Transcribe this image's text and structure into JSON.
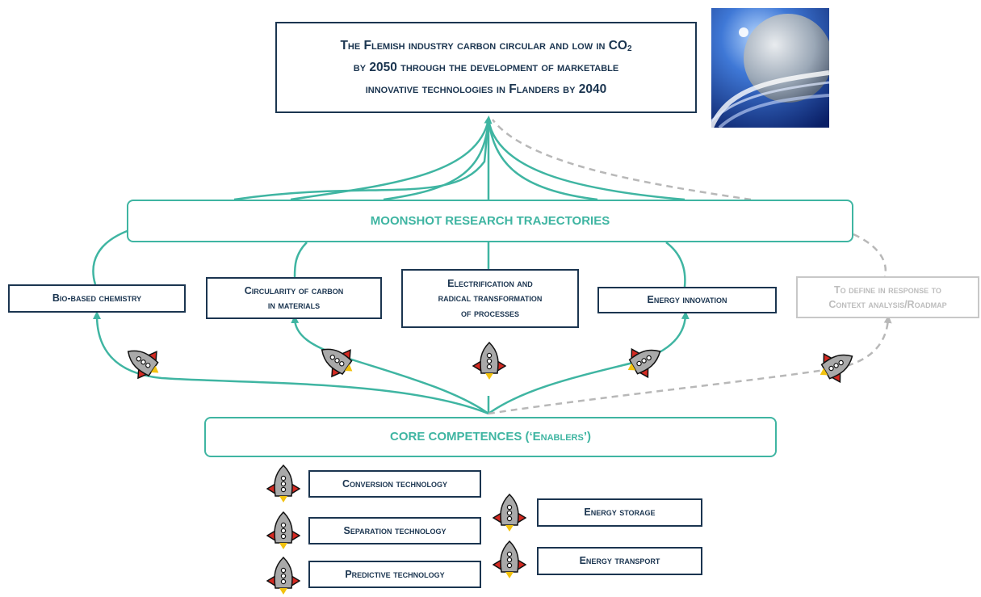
{
  "goal": {
    "line1_prefix": "The Flemish industry carbon circular and low in CO",
    "line1_sub": "2",
    "line2": "by 2050 through the development of marketable",
    "line3": "innovative technologies in Flanders by 2040"
  },
  "image": {
    "icon": "space-planet-image"
  },
  "moonshot": {
    "label": "MOONSHOT RESEARCH TRAJECTORIES"
  },
  "trajectories": {
    "bio": "Bio-based chemistry",
    "circ_1": "Circularity of carbon",
    "circ_2": "in materials",
    "elec_1": "Electrification and",
    "elec_2": "radical transformation",
    "elec_3": "of processes",
    "energy": "Energy innovation",
    "tbd_1": "To define in response to",
    "tbd_2": "Context analysis/Roadmap"
  },
  "core": {
    "label": "CORE COMPETENCES (‘Enablers’)"
  },
  "competences": {
    "conversion": "Conversion technology",
    "separation": "Separation technology",
    "predictive": "Predictive technology",
    "storage": "Energy storage",
    "transport": "Energy transport"
  },
  "colors": {
    "navy": "#1b3550",
    "teal": "#3fb5a2",
    "grey": "#c8c8c8",
    "rocket_red": "#d42a22"
  }
}
